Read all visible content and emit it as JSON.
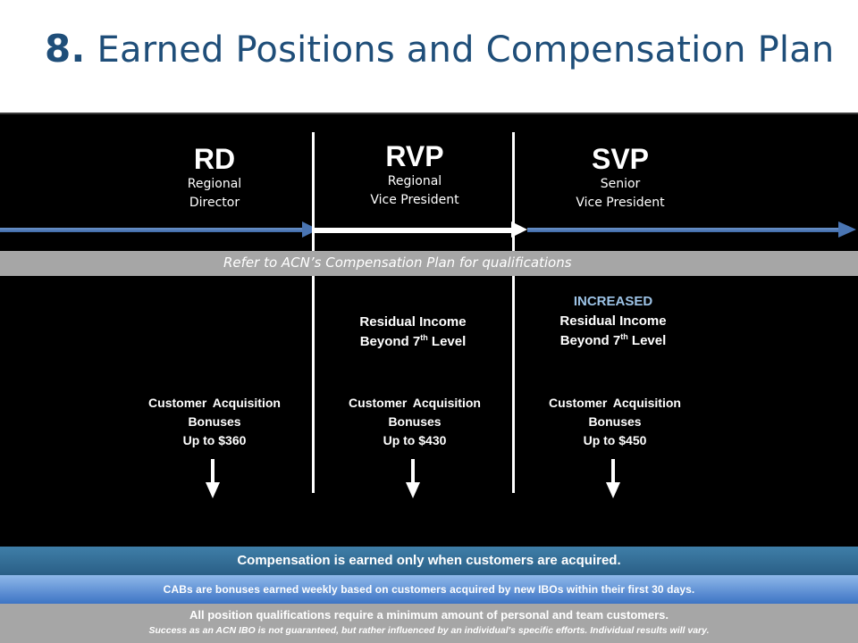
{
  "title": {
    "number": "8.",
    "text": "Earned Positions and Compensation Plan"
  },
  "positions": [
    {
      "abbr": "RD",
      "line1": "Regional",
      "line2": "Director"
    },
    {
      "abbr": "RVP",
      "line1": "Regional",
      "line2": "Vice President"
    },
    {
      "abbr": "SVP",
      "line1": "Senior",
      "line2": "Vice President"
    }
  ],
  "refer_note": "Refer to ACN’s Compensation Plan for qualifications",
  "residual": {
    "rvp": {
      "line1": "Residual Income",
      "line2_pre": "Beyond 7",
      "line2_sup": "th",
      "line2_post": " Level"
    },
    "svp": {
      "tag": "INCREASED",
      "line1": "Residual Income",
      "line2_pre": "Beyond 7",
      "line2_sup": "th",
      "line2_post": " Level"
    }
  },
  "bonuses": [
    {
      "line1": "Customer Acquisition",
      "line2": "Bonuses",
      "line3": "Up to $360"
    },
    {
      "line1": "Customer Acquisition",
      "line2": "Bonuses",
      "line3": "Up to $430"
    },
    {
      "line1": "Customer Acquisition",
      "line2": "Bonuses",
      "line3": "Up to $450"
    }
  ],
  "footer": {
    "line1": "Compensation is earned only when customers are acquired.",
    "line2": "CABs are bonuses earned weekly based on customers acquired by new IBOs within their first 30 days.",
    "line3": "All position qualifications require a minimum amount of personal and team customers.",
    "line4": "Success as an ACN IBO is not guaranteed, but rather influenced by an individual's specific efforts.  Individual results will vary."
  },
  "colors": {
    "title": "#1f4e79",
    "panel": "#000000",
    "track_blue": "#4a75b3",
    "increased": "#9dc3e6",
    "footer_dark_blue": "#2f6e98",
    "footer_light_blue": "#5a8fd6",
    "gray": "#a6a6a6"
  }
}
